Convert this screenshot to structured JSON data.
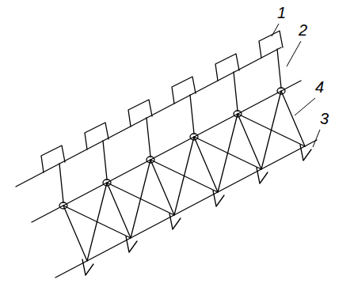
{
  "diagram": {
    "labels": [
      "1",
      "2",
      "4",
      "3"
    ]
  }
}
